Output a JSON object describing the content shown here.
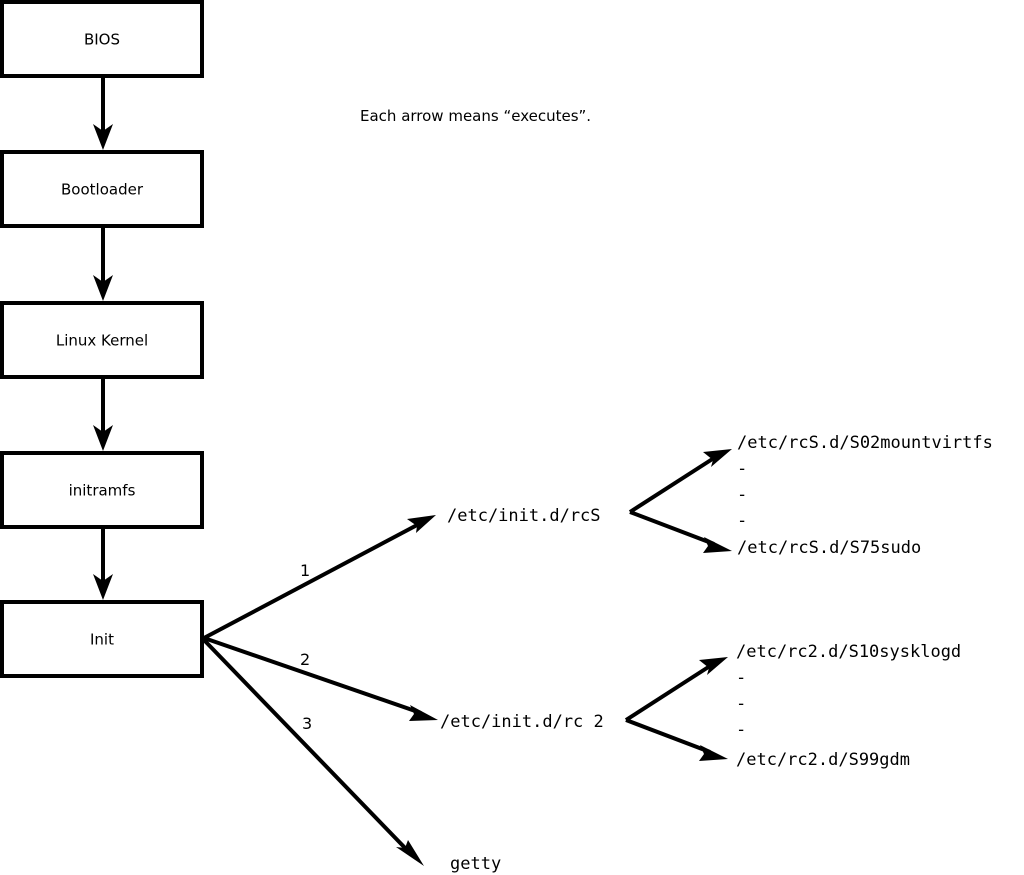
{
  "diagram": {
    "title_note": "Each arrow means “executes”.",
    "boot_chain": [
      {
        "label": "BIOS"
      },
      {
        "label": "Bootloader"
      },
      {
        "label": "Linux Kernel"
      },
      {
        "label": "initramfs"
      },
      {
        "label": "Init"
      }
    ],
    "init_branches": [
      {
        "number": "1",
        "target": "/etc/init.d/rcS"
      },
      {
        "number": "2",
        "target": "/etc/init.d/rc 2"
      },
      {
        "number": "3",
        "target": "getty"
      }
    ],
    "rcs_scripts": {
      "first": "/etc/rcS.d/S02mountvirtfs",
      "ellipsis": [
        "-",
        "-",
        "-"
      ],
      "last": "/etc/rcS.d/S75sudo"
    },
    "rc2_scripts": {
      "first": "/etc/rc2.d/S10sysklogd",
      "ellipsis": [
        "-",
        "-",
        "-"
      ],
      "last": "/etc/rc2.d/S99gdm"
    },
    "colors": {
      "stroke": "#000000",
      "fill": "#ffffff",
      "text": "#000000"
    }
  }
}
